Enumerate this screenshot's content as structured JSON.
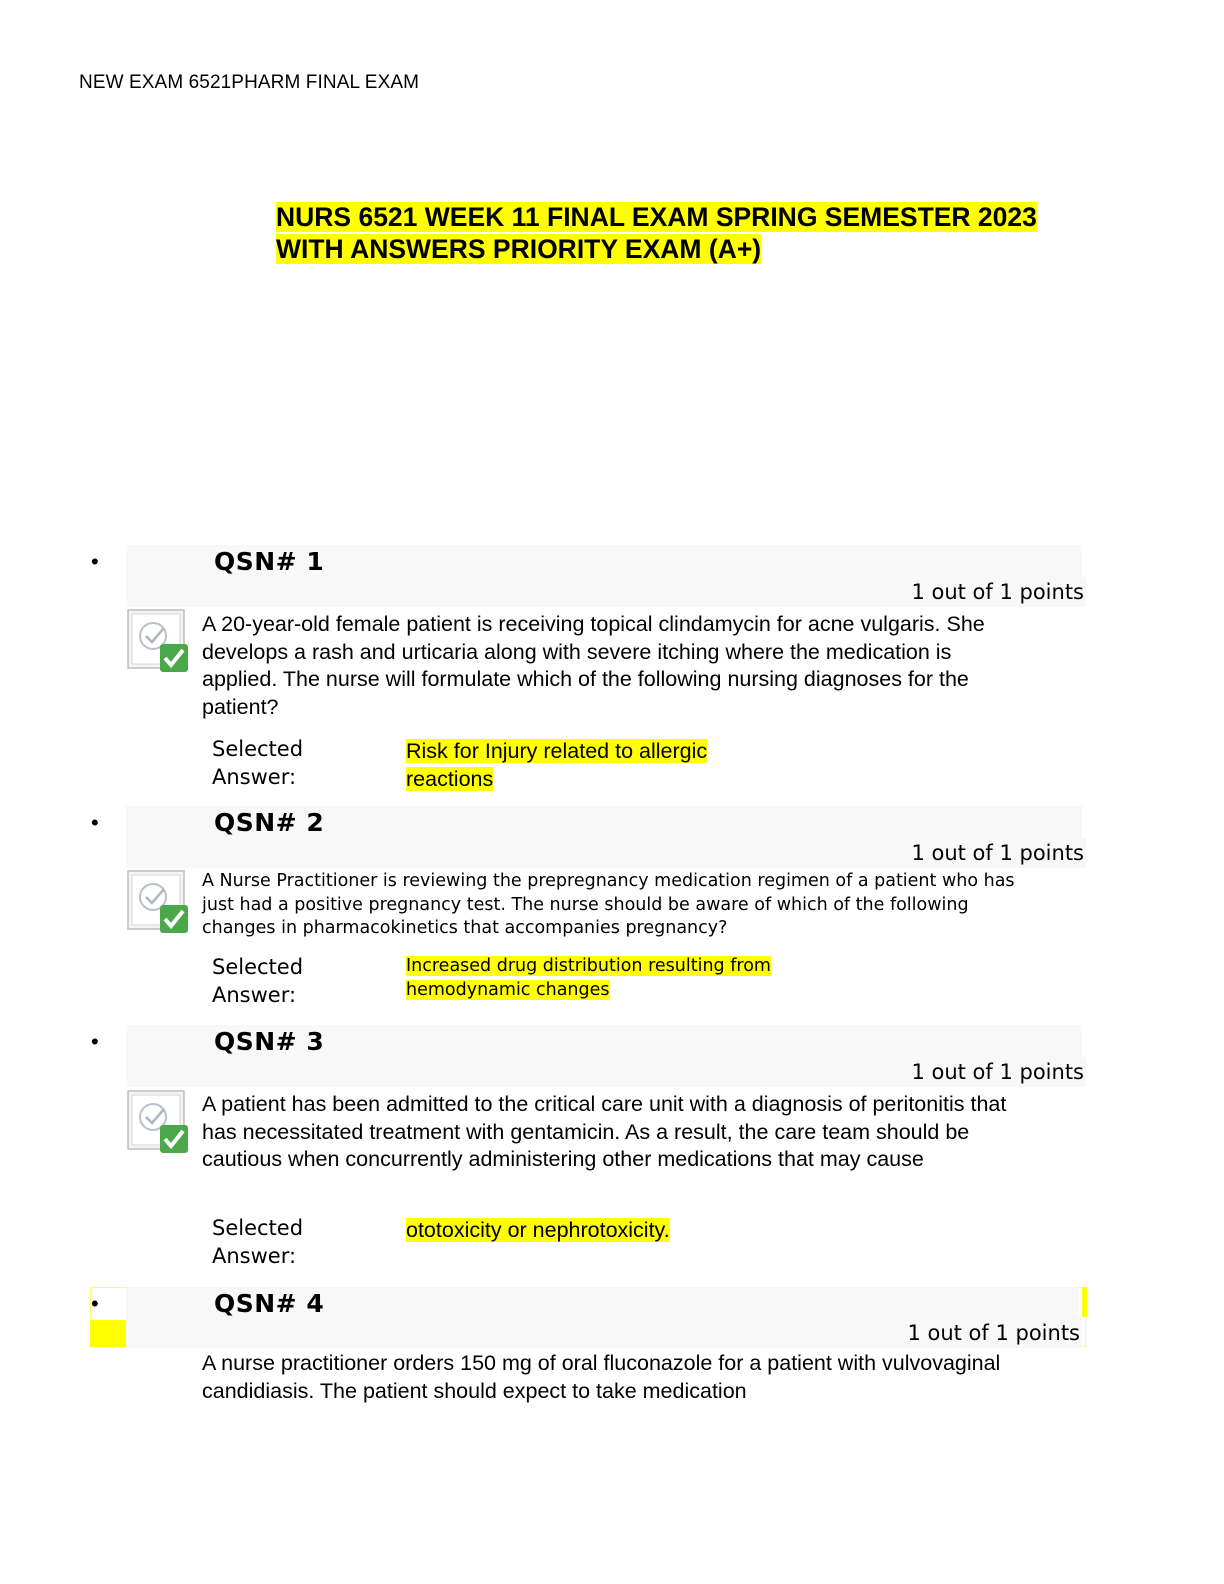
{
  "header": {
    "text": "NEW EXAM 6521PHARM FINAL EXAM"
  },
  "title": {
    "line1": "NURS 6521 WEEK 11 FINAL EXAM SPRING SEMESTER 2023",
    "line2": "WITH ANSWERS PRIORITY  EXAM (A+)"
  },
  "colors": {
    "highlight": "#ffff00",
    "label_bar": "#f8f8f8",
    "check_green": "#4aa84a"
  },
  "questions": [
    {
      "bullet": "•",
      "label": "QSN# 1",
      "points": "1 out of 1 points",
      "icon": "correct-check-icon",
      "text": "A 20-year-old female patient is receiving topical clindamycin for acne vulgaris. She develops a rash and urticaria along with severe itching where the medication is applied. The nurse will formulate which of the following nursing diagnoses for the patient?",
      "selected_label_1": "Selected",
      "selected_label_2": "Answer:",
      "answer_line1": "Risk for Injury related to allergic",
      "answer_line2": "reactions"
    },
    {
      "bullet": "•",
      "label": "QSN# 2",
      "points": "1 out of 1 points",
      "icon": "correct-check-icon",
      "text": "A Nurse Practitioner is reviewing the prepregnancy medication regimen of a patient who has just had a positive pregnancy test. The nurse should be aware of which of the following changes in pharmacokinetics that accompanies pregnancy?",
      "selected_label_1": "Selected",
      "selected_label_2": "Answer:",
      "answer_line1": "Increased drug distribution resulting from",
      "answer_line2": "hemodynamic changes"
    },
    {
      "bullet": "•",
      "label": "QSN# 3",
      "points": "1 out of 1 points",
      "icon": "correct-check-icon",
      "text": "A patient has been admitted to the critical care unit with a diagnosis of peritonitis that has necessitated treatment with gentamicin. As a result, the care team should be cautious when concurrently administering other medications that may cause",
      "selected_label_1": "Selected",
      "selected_label_2": "Answer:",
      "answer_line1": "ototoxicity or nephrotoxicity.",
      "answer_line2": ""
    },
    {
      "bullet": "•",
      "label": "QSN# 4",
      "points": "1 out of 1 points",
      "text": "A nurse practitioner orders 150 mg of oral fluconazole for a patient with vulvovaginal candidiasis. The patient should expect to take medication"
    }
  ]
}
